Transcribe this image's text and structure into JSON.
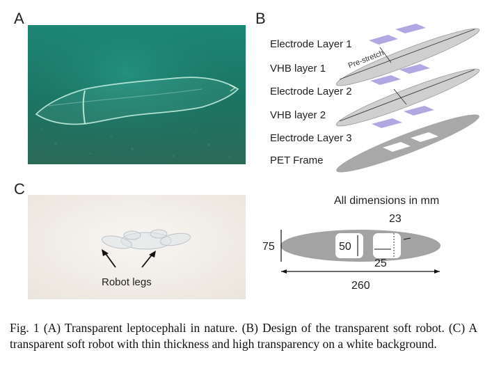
{
  "panels": {
    "a_label": "A",
    "b_label": "B",
    "c_label": "C"
  },
  "panel_b": {
    "layers": [
      "Electrode Layer 1",
      "VHB layer 1",
      "Electrode Layer 2",
      "VHB layer 2",
      "Electrode Layer 3",
      "PET Frame"
    ],
    "pre_stretch": "Pre-stretch"
  },
  "panel_c": {
    "robot_legs": "Robot legs"
  },
  "dimensions": {
    "title": "All dimensions in mm",
    "d75": "75",
    "d50": "50",
    "d23": "23",
    "d25": "25",
    "d260": "260"
  },
  "caption": {
    "text": "Fig. 1 (A) Transparent leptocephali in nature. (B) Design of the transparent soft robot. (C) A transparent soft robot with thin thickness and high transparency on a white background."
  },
  "colors": {
    "sea": "#1f7d6c",
    "electrode": "#a99ee0",
    "membrane": "#c9c9c9",
    "frame": "#a8a8a8"
  }
}
